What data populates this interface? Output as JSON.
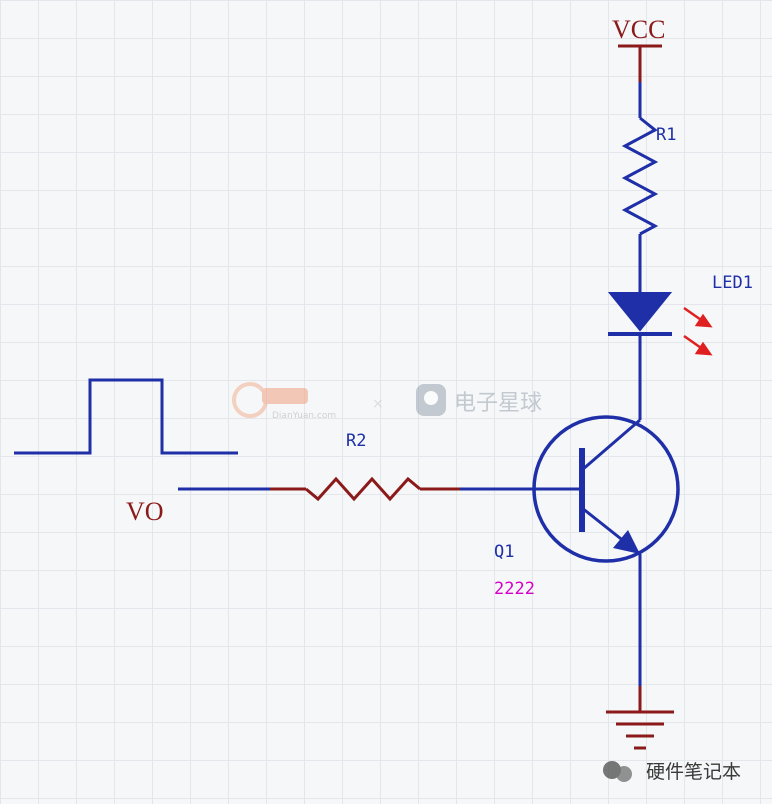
{
  "labels": {
    "vcc": "VCC",
    "r1": "R1",
    "led1": "LED1",
    "r2": "R2",
    "vo": "VO",
    "q1": "Q1",
    "q1_part": "2222"
  },
  "watermark": {
    "site_text": "电子星球",
    "site_small": "DianYuan.com",
    "footer_text": "硬件笔记本"
  },
  "colors": {
    "wire": "#1e2fa8",
    "label": "#8b1a1a",
    "ref": "#1e2fa8",
    "led_arrow": "#e02020",
    "part": "#d400c8"
  }
}
